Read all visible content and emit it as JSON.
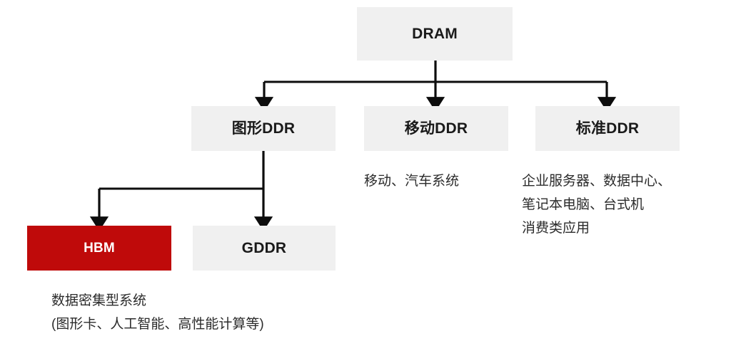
{
  "diagram": {
    "title": "DRAM",
    "nodes": {
      "dram": {
        "label": "DRAM"
      },
      "graphics_ddr": {
        "label": "图形DDR"
      },
      "mobile_ddr": {
        "label": "移动DDR"
      },
      "standard_ddr": {
        "label": "标准DDR"
      },
      "hbm": {
        "label": "HBM"
      },
      "gddr": {
        "label": "GDDR"
      }
    },
    "captions": {
      "hbm": {
        "lines": [
          "数据密集型系统",
          "(图形卡、人工智能、高性能计算等)"
        ]
      },
      "mobile_ddr": {
        "lines": [
          "移动、汽车系统"
        ]
      },
      "standard_ddr": {
        "lines": [
          "企业服务器、数据中心、",
          "笔记本电脑、台式机",
          "消费类应用"
        ]
      }
    },
    "colors": {
      "node_fill": "#f0f0f0",
      "accent_fill": "#bf0a0a",
      "accent_text": "#ffffff",
      "node_text": "#1a1a1a",
      "caption_text": "#2b2b2b",
      "connector": "#0d0d0d",
      "background": "#ffffff"
    }
  }
}
